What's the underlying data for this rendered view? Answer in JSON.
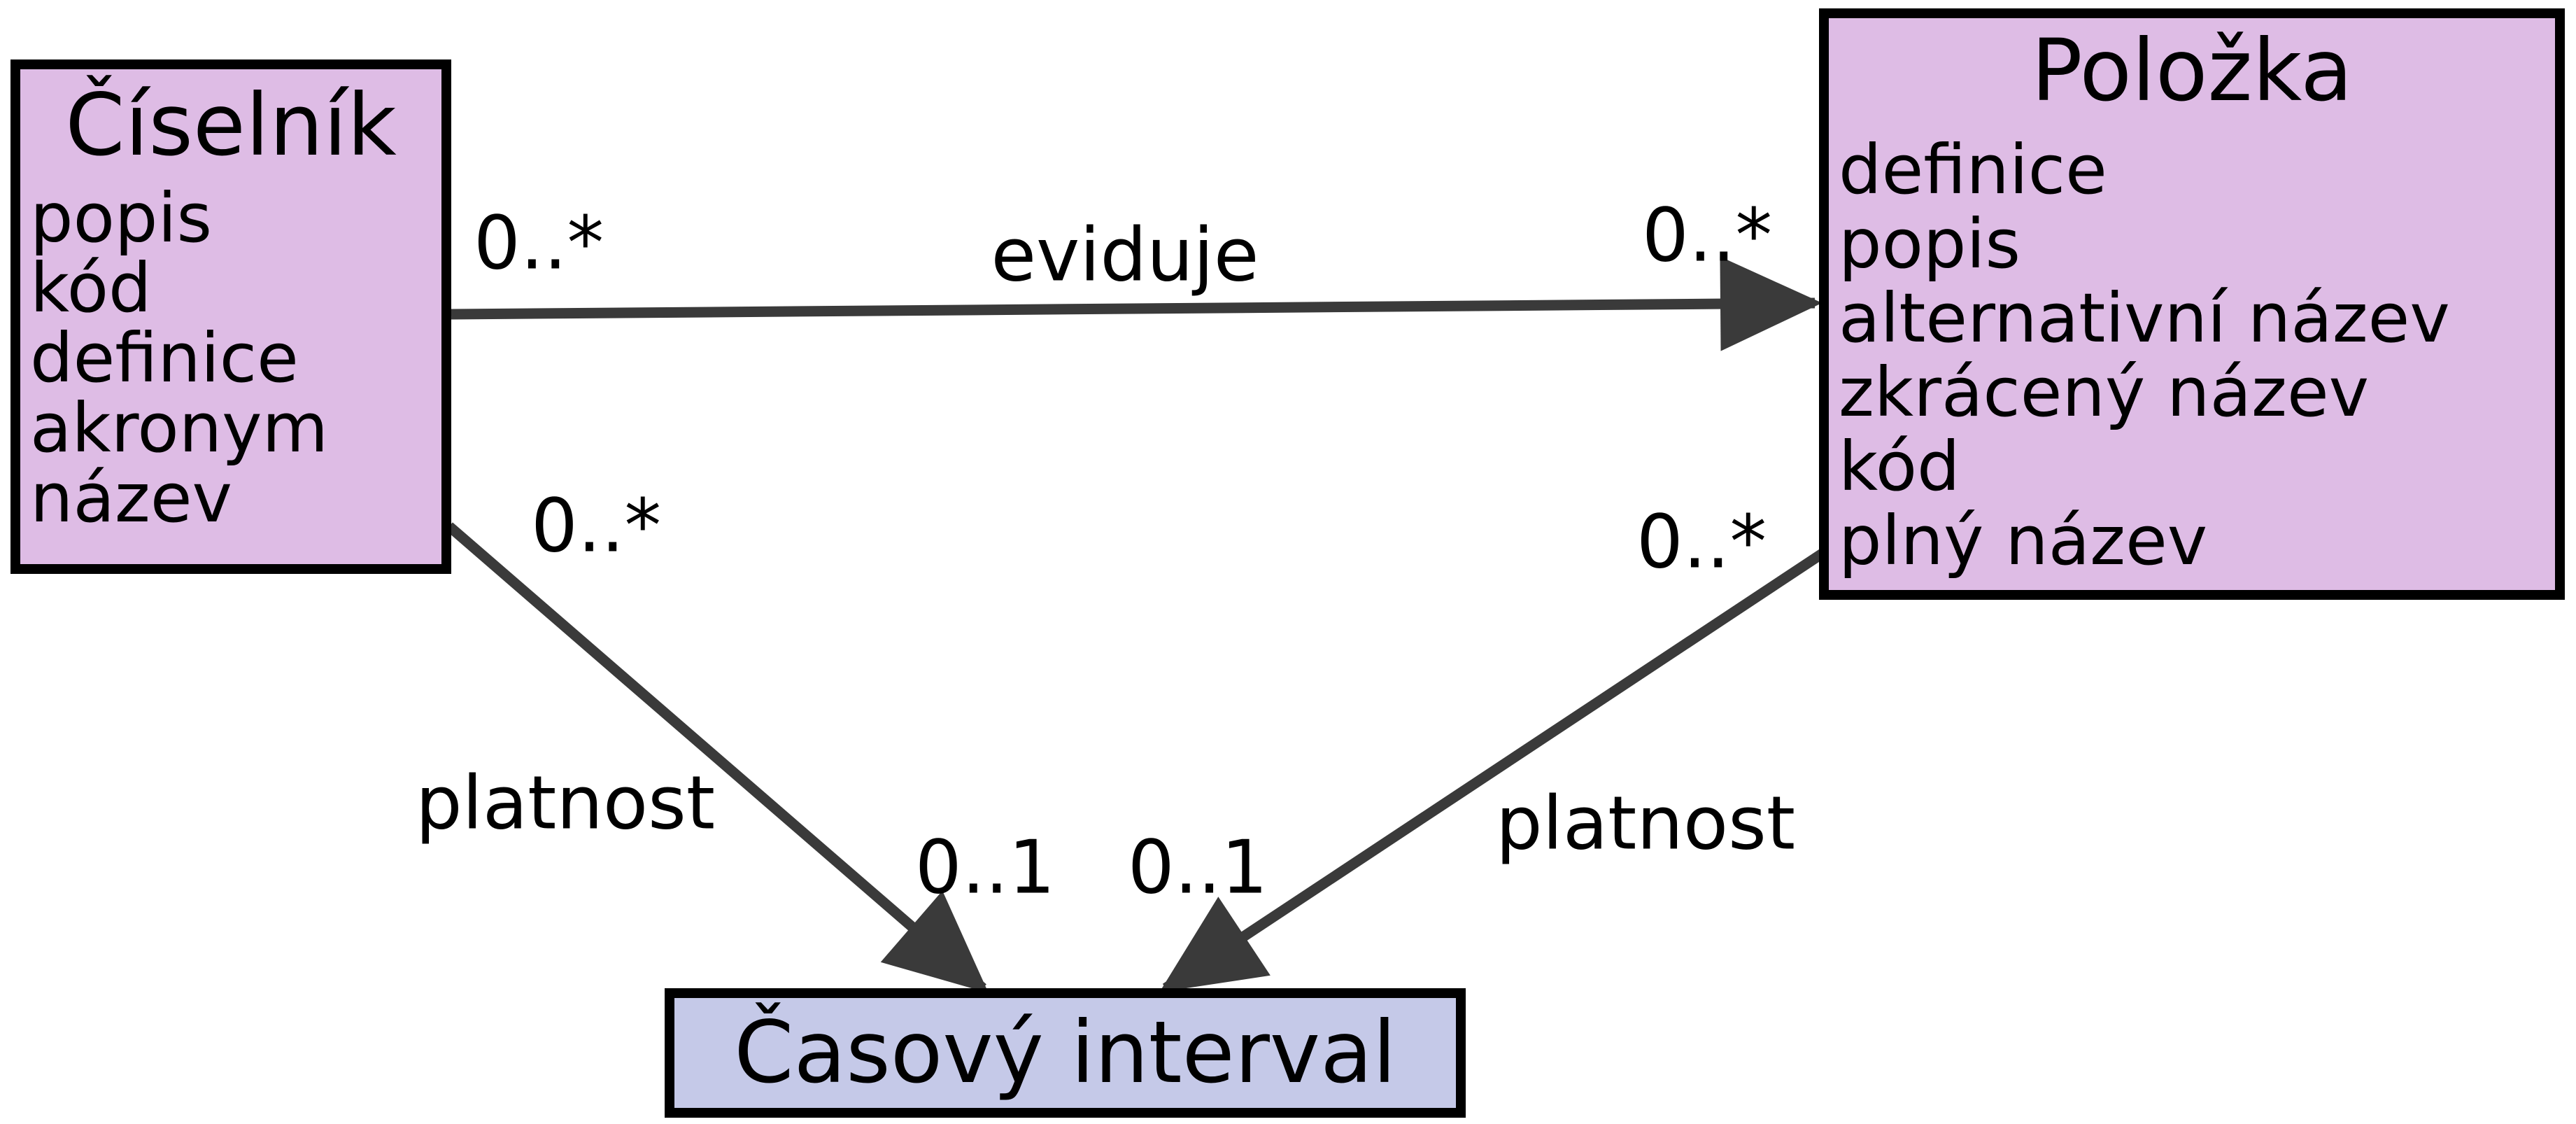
{
  "diagram": {
    "classes": {
      "ciselnik": {
        "title": "Číselník",
        "attributes": [
          "popis",
          "kód",
          "definice",
          "akronym",
          "název"
        ]
      },
      "polozka": {
        "title": "Položka",
        "attributes": [
          "definice",
          "popis",
          "alternativní název",
          "zkrácený název",
          "kód",
          "plný název"
        ]
      },
      "casovy_interval": {
        "title": "Časový interval"
      }
    },
    "associations": {
      "eviduje": {
        "label": "eviduje",
        "from": "Číselník",
        "to": "Položka",
        "from_multiplicity": "0..*",
        "to_multiplicity": "0..*"
      },
      "platnost_ciselnik": {
        "label": "platnost",
        "from": "Číselník",
        "to": "Časový interval",
        "from_multiplicity": "0..*",
        "to_multiplicity": "0..1"
      },
      "platnost_polozka": {
        "label": "platnost",
        "from": "Položka",
        "to": "Časový interval",
        "from_multiplicity": "0..*",
        "to_multiplicity": "0..1"
      }
    },
    "colors": {
      "entity_fill": "#debce5",
      "interval_fill": "#c5c9e8",
      "border": "#000000",
      "connector": "#3a3a3a"
    }
  }
}
